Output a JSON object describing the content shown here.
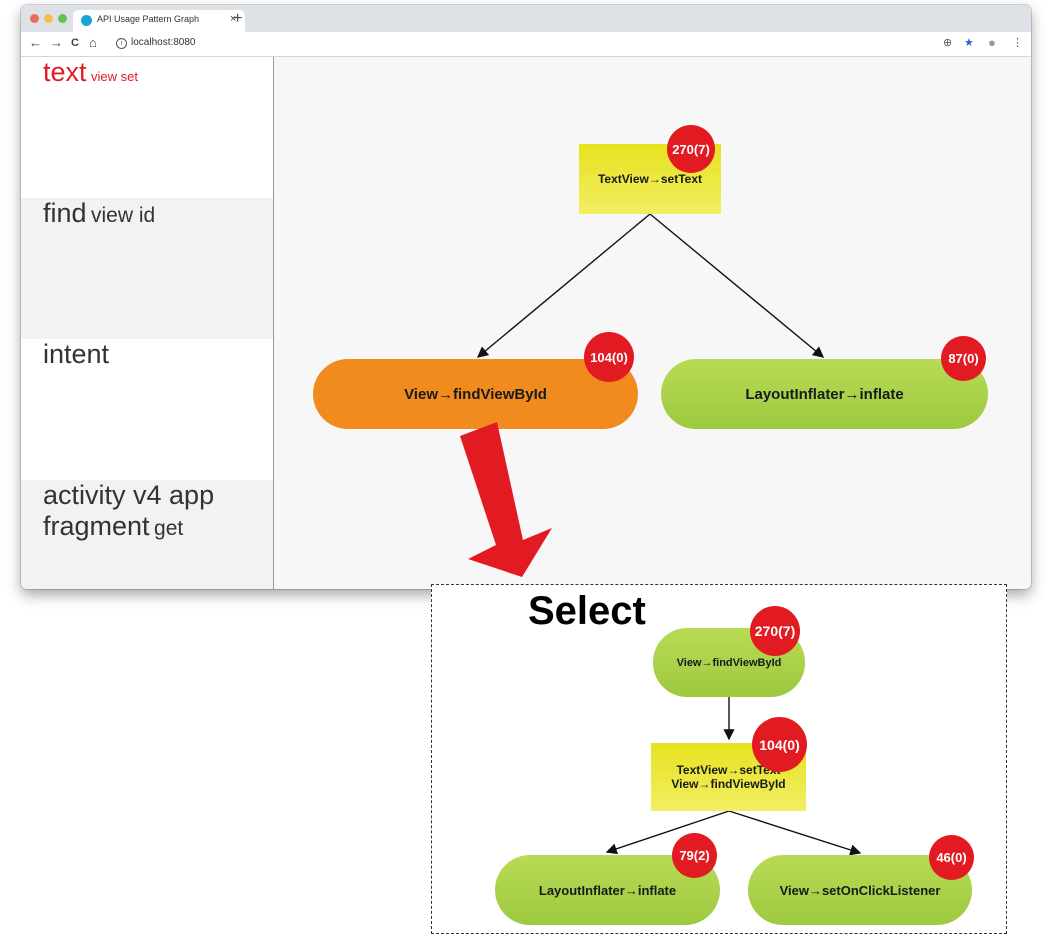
{
  "browser": {
    "tab_title": "API Usage Pattern Graph",
    "tab_close": "×",
    "new_tab": "+",
    "address": "localhost:8080",
    "nav": {
      "back": "←",
      "forward": "→",
      "reload": "C",
      "home": "⌂"
    },
    "right_icons": {
      "zoom": "⊕",
      "star": "★",
      "profile": "●",
      "menu": "⋮"
    }
  },
  "sidebar": {
    "items": [
      {
        "main": "text",
        "sub": "view set"
      },
      {
        "main": "find",
        "sub": "view id"
      },
      {
        "main": "intent",
        "sub": ""
      },
      {
        "main": "activity v4 app",
        "main2": "fragment",
        "sub": "get"
      }
    ]
  },
  "graph": {
    "root": {
      "label": "TextView→setText",
      "badge": "270(7)"
    },
    "left": {
      "label": "View→findViewById",
      "badge": "104(0)"
    },
    "right": {
      "label": "LayoutInflater→inflate",
      "badge": "87(0)"
    }
  },
  "select_panel": {
    "title": "Select",
    "top": {
      "label": "View→findViewById",
      "badge": "270(7)"
    },
    "middle": {
      "line1": "TextView→setText",
      "line2": "View→findViewById",
      "badge": "104(0)"
    },
    "bottom_left": {
      "label": "LayoutInflater→inflate",
      "badge": "79(2)"
    },
    "bottom_right": {
      "label": "View→setOnClickListener",
      "badge": "46(0)"
    }
  },
  "colors": {
    "badge": "#e21b23",
    "yellow_node": "#ece927",
    "orange_node": "#f28b1e",
    "green_node": "#a6cf45",
    "highlight_text": "#e21b23"
  }
}
